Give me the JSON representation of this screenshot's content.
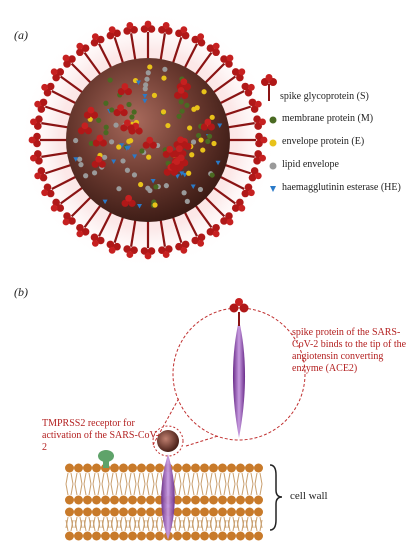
{
  "panel_a": {
    "letter": "(a)",
    "legend": [
      {
        "key": "spike",
        "label": "spike glycoprotein (S)",
        "color": "#b01818"
      },
      {
        "key": "membrane",
        "label": "membrane protein (M)",
        "color": "#4a6a22"
      },
      {
        "key": "envelope",
        "label": "envelope protein (E)",
        "color": "#e8c21a"
      },
      {
        "key": "lipid",
        "label": "lipid envelope",
        "color": "#9a9a9a"
      },
      {
        "key": "he",
        "label": "haemagglutinin esterase (HE)",
        "color": "#2a7ac8"
      }
    ]
  },
  "panel_b": {
    "letter": "(b)",
    "ace2_note": "spike protein of the SARS-CoV-2 binds to the tip of the angiotensin converting enzyme (ACE2)",
    "tmprss2_note": "TMPRSS2 receptor for activation of the SARS-CoV-2",
    "cell_wall_label": "cell wall"
  },
  "colors": {
    "virus_body": "#5a2a22",
    "glow": "#f4b3b3",
    "membrane_bead": "#c87a2a",
    "ace2": "#9b59b6",
    "tmprss2": "#5fa36a",
    "callout_text": "#b32020",
    "dashed": "#c03030"
  }
}
